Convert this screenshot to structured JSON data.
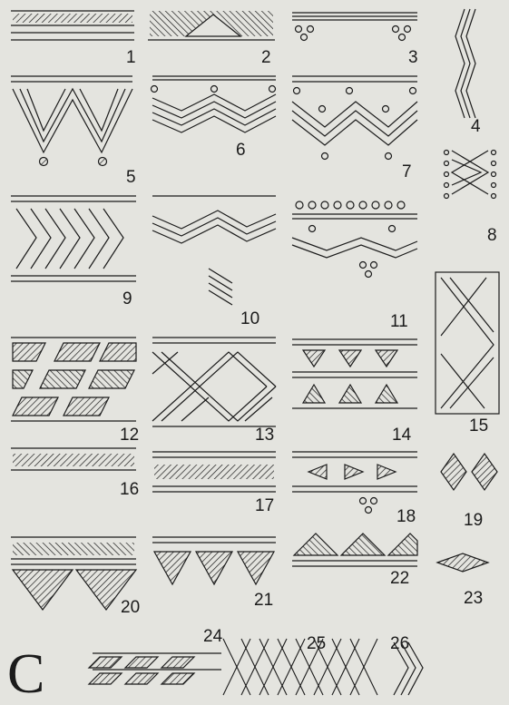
{
  "figure": {
    "panel_letter": "C",
    "pattern_labels": [
      "1",
      "2",
      "3",
      "4",
      "5",
      "6",
      "7",
      "8",
      "9",
      "10",
      "11",
      "12",
      "13",
      "14",
      "15",
      "16",
      "17",
      "18",
      "19",
      "20",
      "21",
      "22",
      "23",
      "24",
      "25",
      "26"
    ]
  },
  "colors": {
    "ink": "#1b1b1b",
    "paper": "#e4e4df",
    "show_through": "#c9c9c3"
  }
}
